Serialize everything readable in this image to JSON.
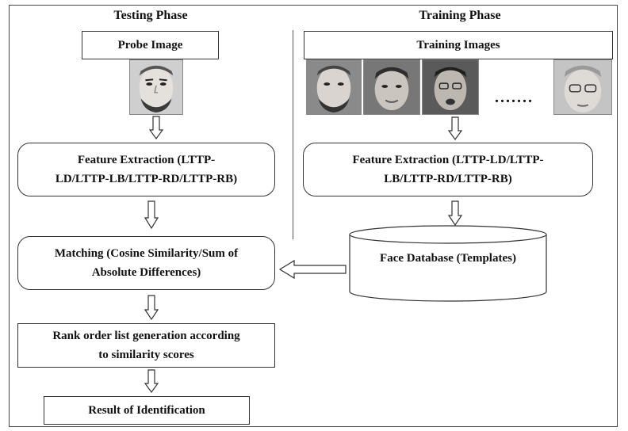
{
  "headings": {
    "testing": "Testing Phase",
    "training": "Training Phase"
  },
  "testing": {
    "probe_label": "Probe Image",
    "feature_line1": "Feature Extraction (LTTP-",
    "feature_line2": "LD/LTTP-LB/LTTP-RD/LTTP-RB)",
    "matching_line1": "Matching (Cosine Similarity/Sum of",
    "matching_line2": "Absolute Differences)",
    "rank_line1": "Rank order list generation according",
    "rank_line2": "to similarity scores",
    "result": "Result of Identification"
  },
  "training": {
    "images_label": "Training Images",
    "ellipsis": ".......",
    "feature_line1": "Feature Extraction (LTTP-LD/LTTP-",
    "feature_line2": "LB/LTTP-RD/LTTP-RB)",
    "database": "Face Database (Templates)"
  },
  "icons": {
    "face": "face-photo-icon",
    "arrow_down": "hollow-arrow-down-icon",
    "arrow_left": "hollow-arrow-left-icon",
    "database": "cylinder-database-icon"
  }
}
